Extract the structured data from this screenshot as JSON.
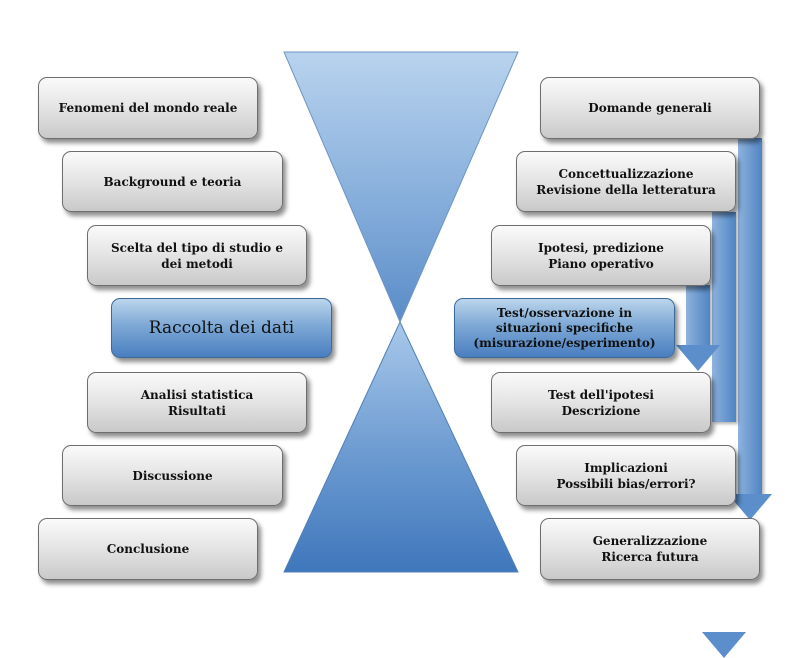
{
  "colors": {
    "hourglass_light": "#b9d3ee",
    "hourglass_dark": "#4f84c4",
    "box_grey": "#dcdcdc",
    "box_blue": "#6e9fd3",
    "arrow_blue": "#5b8ecb"
  },
  "left_column": {
    "boxes": [
      {
        "lines": [
          "Fenomeni del mondo reale"
        ]
      },
      {
        "lines": [
          "Background e teoria"
        ]
      },
      {
        "lines": [
          "Scelta del tipo di studio e",
          "dei metodi"
        ]
      },
      {
        "lines": [
          "Raccolta dei dati"
        ]
      },
      {
        "lines": [
          "Analisi statistica",
          "Risultati"
        ]
      },
      {
        "lines": [
          "Discussione"
        ]
      },
      {
        "lines": [
          "Conclusione"
        ]
      }
    ]
  },
  "right_column": {
    "boxes": [
      {
        "lines": [
          "Domande generali"
        ]
      },
      {
        "lines": [
          "Concettualizzazione",
          "Revisione della letteratura"
        ]
      },
      {
        "lines": [
          "Ipotesi, predizione",
          "Piano operativo"
        ]
      },
      {
        "lines": [
          "Test/osservazione in",
          "situazioni specifiche",
          "(misurazione/esperimento)"
        ]
      },
      {
        "lines": [
          "Test dell'ipotesi",
          "Descrizione"
        ]
      },
      {
        "lines": [
          "Implicazioni",
          "Possibili bias/errori?"
        ]
      },
      {
        "lines": [
          "Generalizzazione",
          "Ricerca futura"
        ]
      }
    ]
  }
}
